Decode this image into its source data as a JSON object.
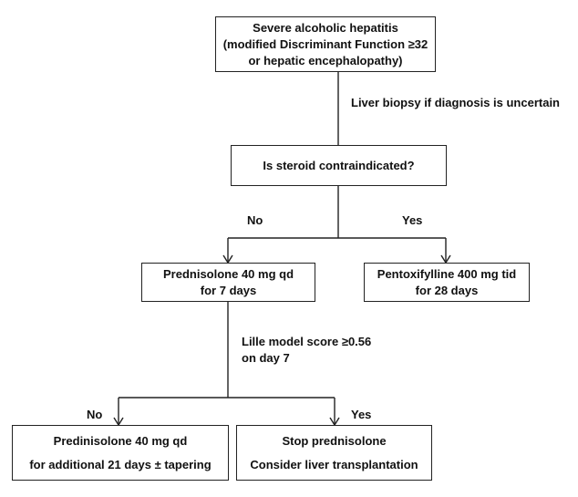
{
  "boxes": {
    "severe_ah": {
      "line1": "Severe alcoholic hepatitis",
      "line2": "(modified Discriminant Function ≥32",
      "line3": "or hepatic encephalopathy)"
    },
    "steroid_q": {
      "line1": "Is steroid contraindicated?"
    },
    "prednisolone_7d": {
      "line1": "Prednisolone 40 mg qd",
      "line2": "for 7 days"
    },
    "pentoxifylline": {
      "line1": "Pentoxifylline 400 mg tid",
      "line2": "for 28 days"
    },
    "prednisolone_21d": {
      "line1": "Predinisolone 40 mg qd",
      "line2": "for additional 21 days ± tapering"
    },
    "stop_pred": {
      "line1": "Stop prednisolone",
      "line2": "Consider liver transplantation"
    }
  },
  "labels": {
    "biopsy": "Liver biopsy if diagnosis is uncertain",
    "no_1": "No",
    "yes_1": "Yes",
    "lille_line1": "Lille model score ≥0.56",
    "lille_line2": "on day 7",
    "no_2": "No",
    "yes_2": "Yes"
  }
}
